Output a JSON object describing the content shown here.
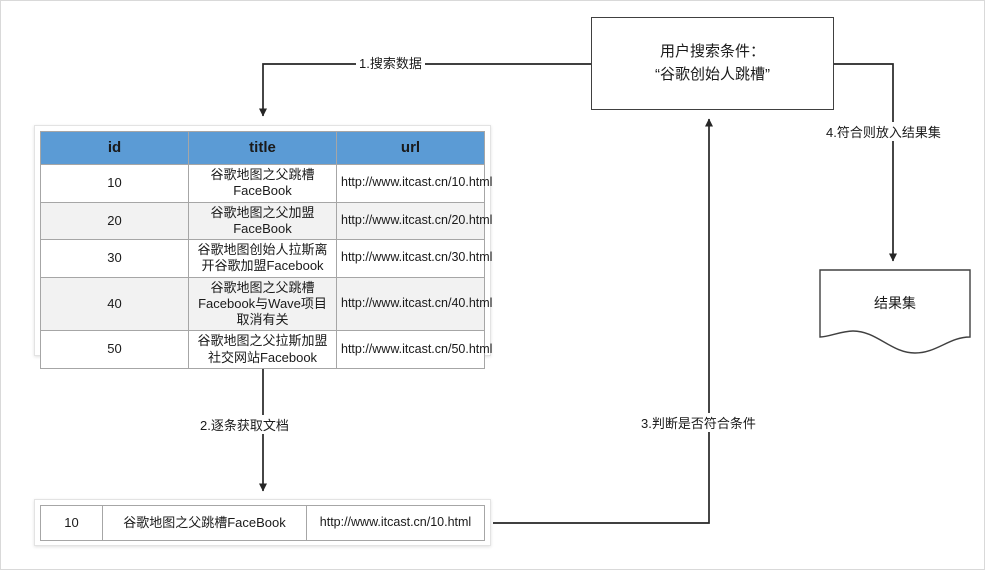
{
  "diagram": {
    "title": "搜索流程图",
    "colors": {
      "header_blue": "#5b9bd5",
      "row_alt_gray": "#f2f2f2",
      "line": "#262626",
      "box_border": "#404040"
    },
    "query_box": {
      "line1": "用户搜索条件：",
      "line2": "“谷歌创始人跳槽”"
    },
    "result_doc": {
      "label": "结果集"
    },
    "edges": [
      {
        "id": "edge-1",
        "label": "1.搜索数据"
      },
      {
        "id": "edge-2",
        "label": "2.逐条获取文档"
      },
      {
        "id": "edge-3",
        "label": "3.判断是否符合条件"
      },
      {
        "id": "edge-4",
        "label": "4.符合则放入结果集"
      }
    ],
    "docs_table": {
      "columns": [
        "id",
        "title",
        "url"
      ],
      "rows": [
        {
          "id": "10",
          "title": "谷歌地图之父跳槽FaceBook",
          "url": "http://www.itcast.cn/10.html"
        },
        {
          "id": "20",
          "title": "谷歌地图之父加盟FaceBook",
          "url": "http://www.itcast.cn/20.html"
        },
        {
          "id": "30",
          "title": "谷歌地图创始人拉斯离开谷歌加盟Facebook",
          "url": "http://www.itcast.cn/30.html"
        },
        {
          "id": "40",
          "title": "谷歌地图之父跳槽Facebook与Wave项目取消有关",
          "url": "http://www.itcast.cn/40.html"
        },
        {
          "id": "50",
          "title": "谷歌地图之父拉斯加盟社交网站Facebook",
          "url": "http://www.itcast.cn/50.html"
        }
      ]
    },
    "single_row_table": {
      "row": {
        "id": "10",
        "title": "谷歌地图之父跳槽FaceBook",
        "url": "http://www.itcast.cn/10.html"
      }
    }
  }
}
